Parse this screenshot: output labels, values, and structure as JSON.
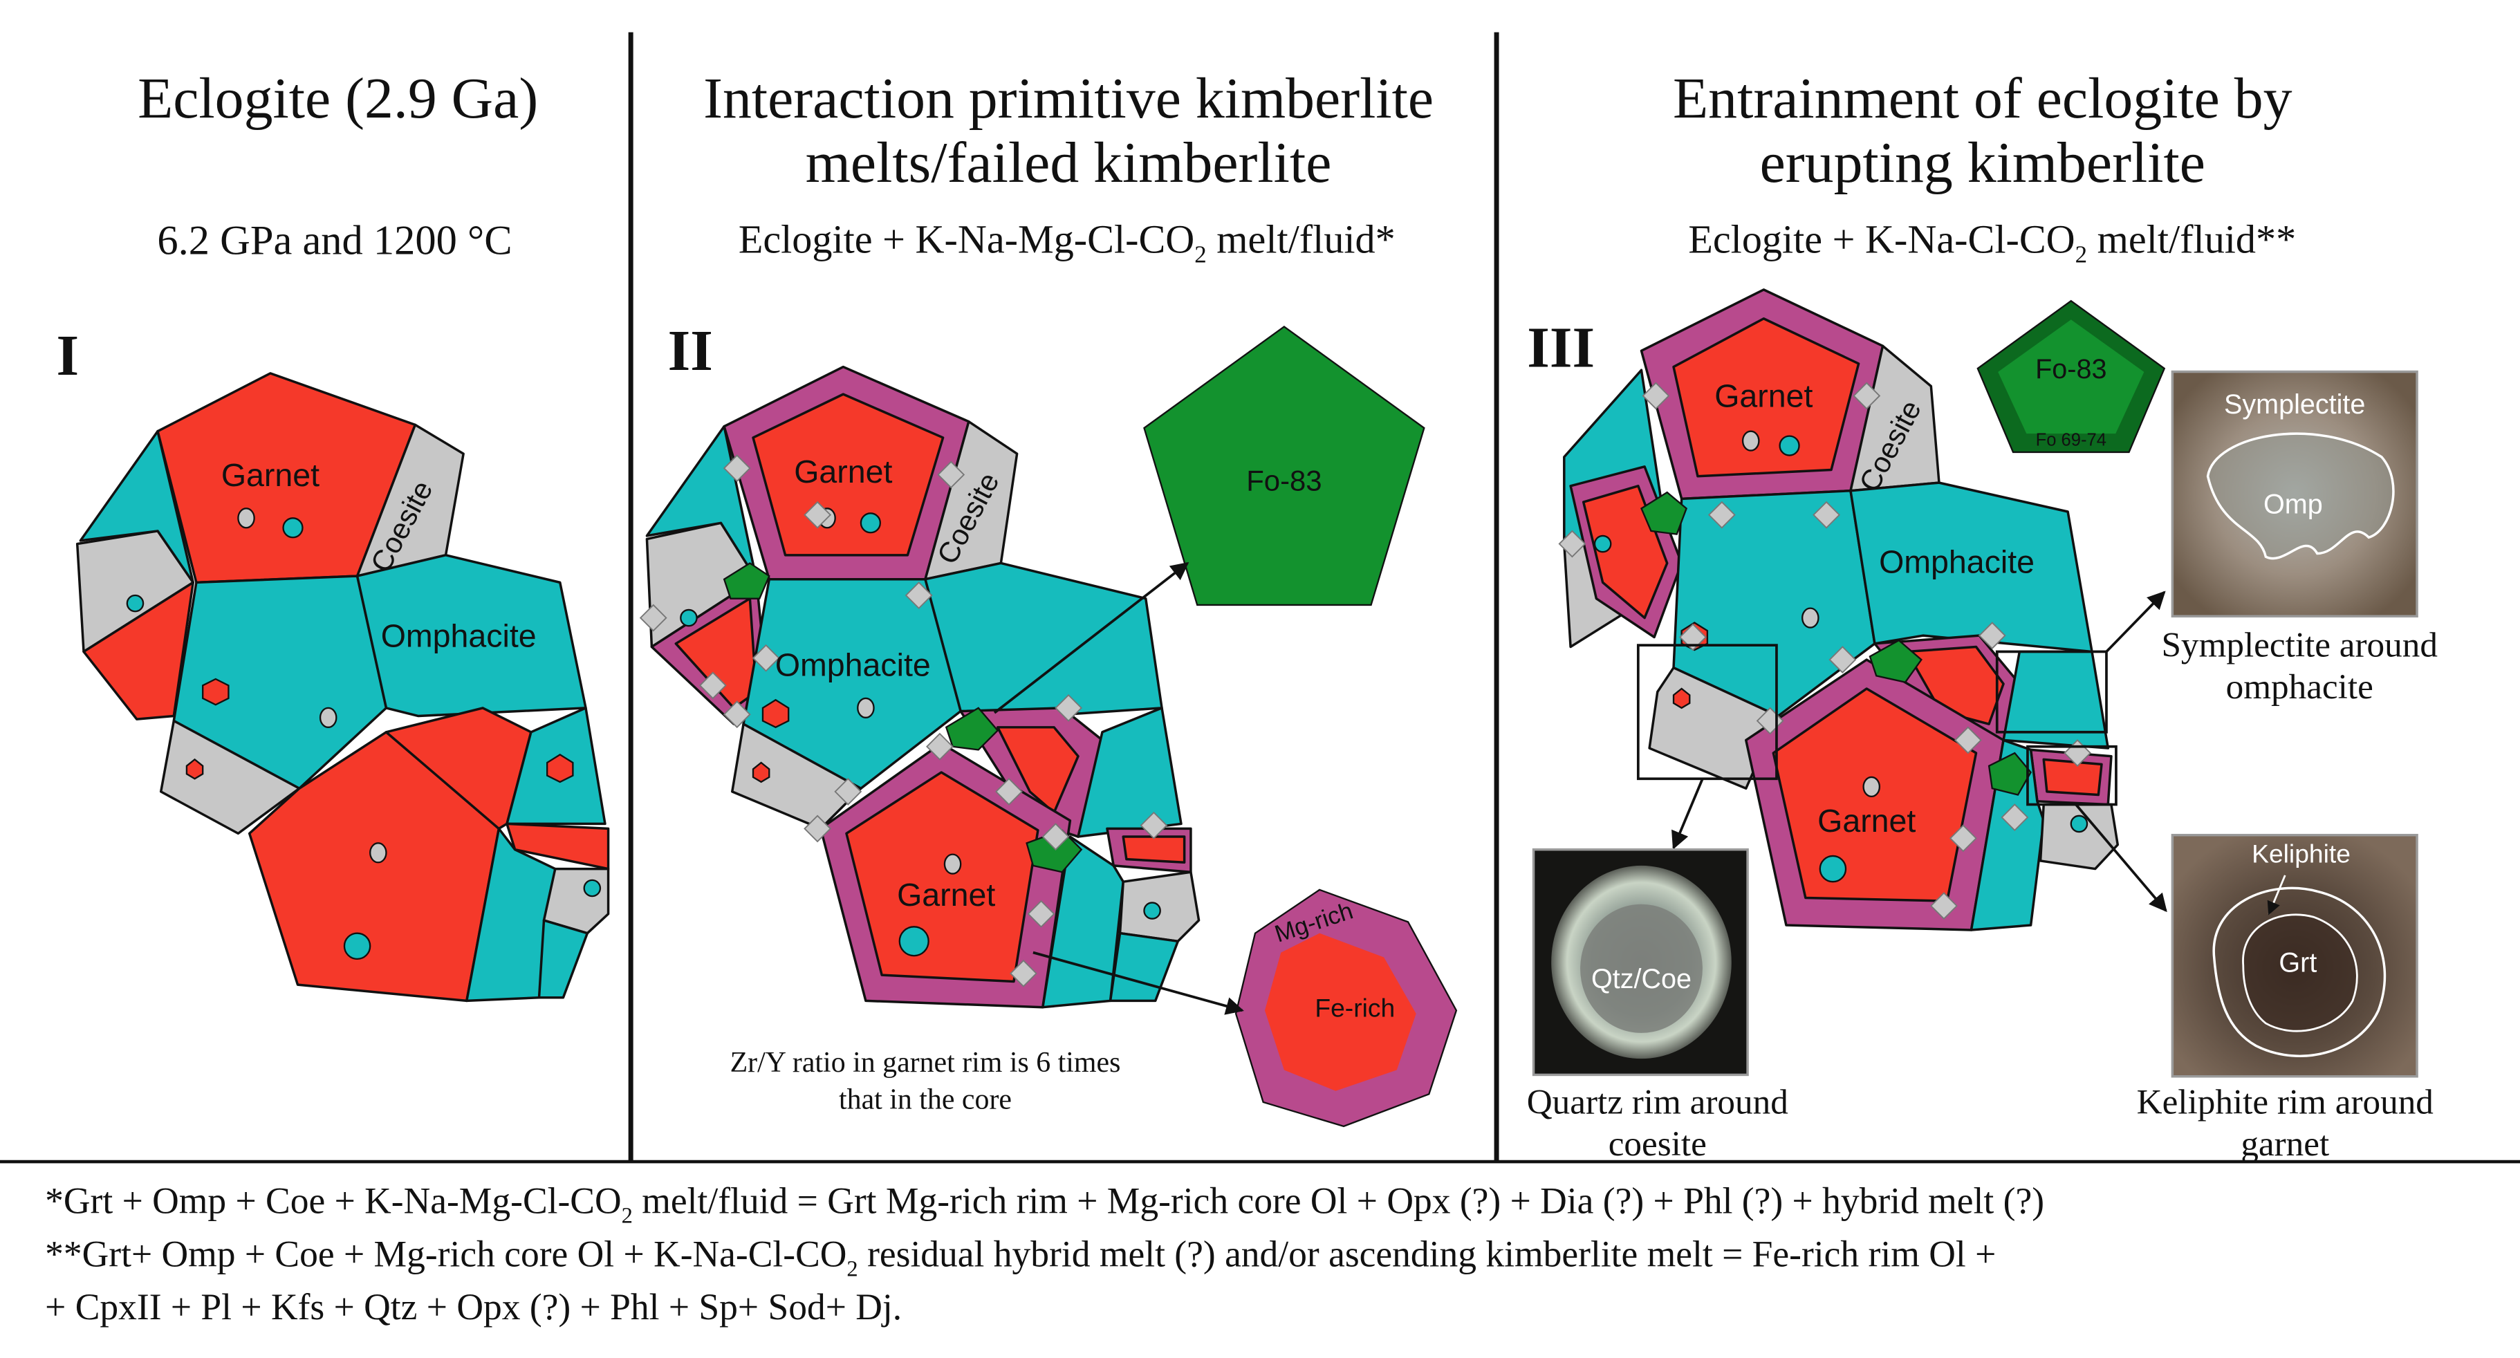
{
  "colors": {
    "garnet": "#f5392a",
    "omphacite": "#16bcbd",
    "coesite": "#c7c7c7",
    "rim": "#b84a8d",
    "olivine": "#13922e",
    "olivine_dark": "#0c6a1f",
    "diamond": "#c9c9c9",
    "line": "#111111"
  },
  "panel1": {
    "title": "Eclogite (2.9 Ga)",
    "subtitle": "6.2 GPa and 1200 °C",
    "numeral": "I",
    "labels": {
      "garnet": "Garnet",
      "coesite": "Coesite",
      "omphacite": "Omphacite"
    }
  },
  "panel2": {
    "title_line1": "Interaction primitive kimberlite",
    "title_line2": "melts/failed kimberlite",
    "subtitle_pre": "Eclogite + K-Na-Mg-Cl-CO",
    "subtitle_sub": "2",
    "subtitle_post": " melt/fluid*",
    "numeral": "II",
    "labels": {
      "garnet_top": "Garnet",
      "coesite": "Coesite",
      "omphacite": "Omphacite",
      "garnet_bottom": "Garnet",
      "fo": "Fo-83",
      "mg_rich": "Mg-rich",
      "fe_rich": "Fe-rich"
    },
    "note_line1": "Zr/Y ratio in garnet rim is 6 times",
    "note_line2": "that in the core"
  },
  "panel3": {
    "title_line1": "Entrainment of eclogite by",
    "title_line2": "erupting kimberlite",
    "subtitle_pre": "Eclogite + K-Na-Cl-CO",
    "subtitle_sub": "2",
    "subtitle_post": " melt/fluid**",
    "numeral": "III",
    "labels": {
      "garnet_top": "Garnet",
      "coesite": "Coesite",
      "omphacite": "Omphacite",
      "garnet_bottom": "Garnet",
      "fo": "Fo-83",
      "fo_rim": "Fo 69-74"
    },
    "photos": {
      "symplectite_label": "Symplectite",
      "omp_label": "Omp",
      "symplectite_caption_1": "Symplectite around",
      "symplectite_caption_2": "omphacite",
      "qtz_label": "Qtz/Coe",
      "quartz_caption_1": "Quartz rim around",
      "quartz_caption_2": "coesite",
      "keliphite_label": "Keliphite",
      "grt_label": "Grt",
      "keliphite_caption_1": "Keliphite rim around",
      "keliphite_caption_2": "garnet"
    }
  },
  "reactions": {
    "r1_a": "*Grt + Omp + Coe + K-Na-Mg-Cl-CO",
    "r1_sub": "2",
    "r1_b": " melt/fluid = Grt Mg-rich rim + Mg-rich core Ol + Opx (?) + Dia (?) + Phl (?) + hybrid melt (?)",
    "r2_a": "**Grt+ Omp + Coe + Mg-rich core Ol + K-Na-Cl-CO",
    "r2_sub": "2",
    "r2_b": " residual hybrid melt (?) and/or ascending kimberlite melt = Fe-rich rim Ol +",
    "r3": "+ CpxII + Pl + Kfs + Qtz + Opx (?) + Phl  + Sp+ Sod+ Dj."
  }
}
